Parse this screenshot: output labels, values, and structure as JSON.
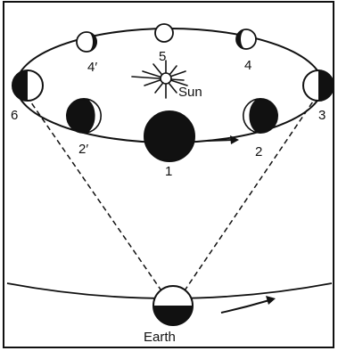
{
  "colors": {
    "ink": "#111111",
    "paper": "#ffffff"
  },
  "labels": {
    "pos1": "1",
    "pos2": "2",
    "pos2p": "2′",
    "pos3": "3",
    "pos4": "4",
    "pos4p": "4′",
    "pos5": "5",
    "pos6": "6",
    "sun": "Sun",
    "earth": "Earth"
  }
}
